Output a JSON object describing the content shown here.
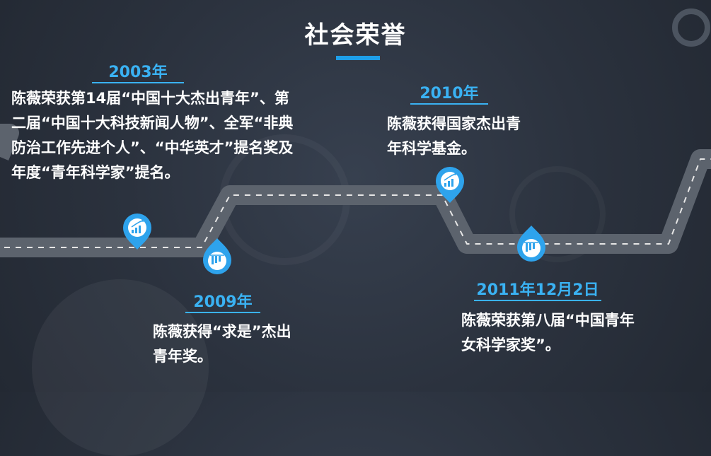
{
  "title": "社会荣誉",
  "milestones": [
    {
      "year": "2003年",
      "text": "陈薇荣获第14届“中国十大杰出青年”、第二届“中国十大科技新闻人物”、全军“非典防治工作先进个人”、“中华英才”提名奖及年度“青年科学家”提名。",
      "icon": "growth-chart-icon"
    },
    {
      "year": "2009年",
      "text": "陈薇获得“求是”杰出青年奖。",
      "icon": "bar-chart-icon"
    },
    {
      "year": "2010年",
      "text": "陈薇获得国家杰出青年科学基金。",
      "icon": "growth-chart-icon"
    },
    {
      "year": "2011年12月2日",
      "text": "陈薇荣获第八届“中国青年女科学家奖”。",
      "icon": "bar-chart-icon"
    }
  ],
  "colors": {
    "accent": "#3ab2f3",
    "underline": "#1e9ee8",
    "road": "#5c636d",
    "road_dash": "#e6e6e6",
    "background": "#2b323e"
  }
}
